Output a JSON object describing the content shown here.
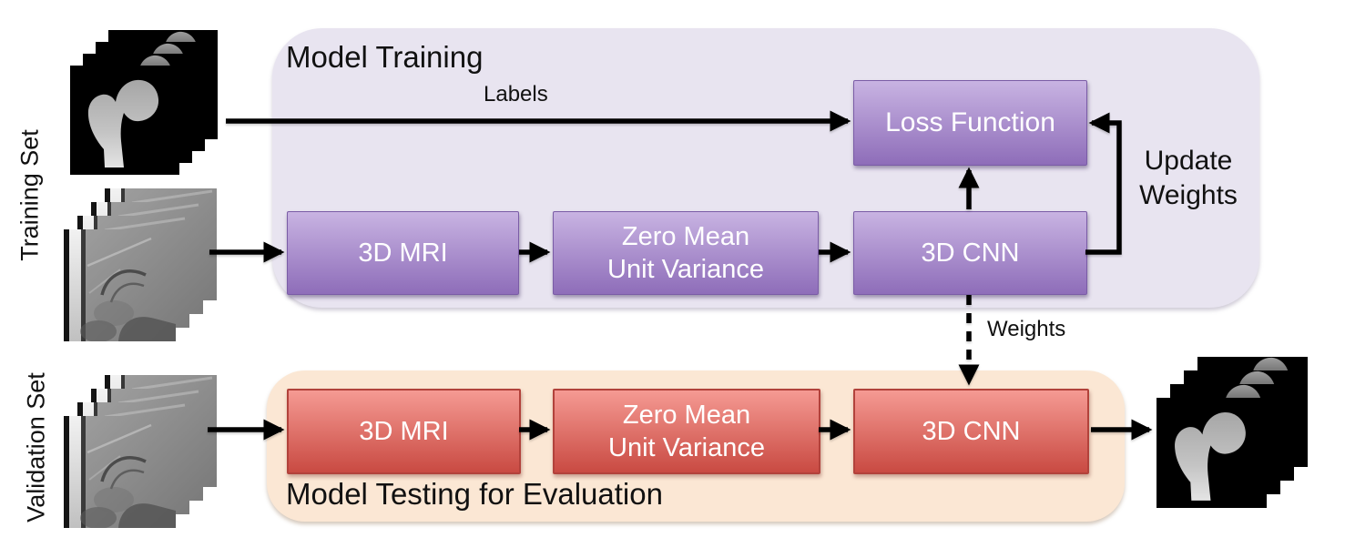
{
  "training_panel": {
    "title": "Model Training",
    "labels_arrow_text": "Labels",
    "mri_box": "3D MRI",
    "norm_box_line1": "Zero Mean",
    "norm_box_line2": "Unit Variance",
    "cnn_box": "3D CNN",
    "loss_box": "Loss Function",
    "update_line1": "Update",
    "update_line2": "Weights"
  },
  "testing_panel": {
    "title": "Model Testing for Evaluation",
    "mri_box": "3D MRI",
    "norm_box_line1": "Zero Mean",
    "norm_box_line2": "Unit Variance",
    "cnn_box": "3D CNN"
  },
  "weights_transfer_label": "Weights",
  "side_labels": {
    "training": "Training Set",
    "validation": "Validation Set"
  },
  "image_stacks": {
    "training_labels": "stack of 4 binary femur segmentation label slices",
    "training_mri": "stack of 4 hip MRI slices",
    "validation_mri": "stack of 4 hip MRI slices",
    "output_segmentation": "stack of 4 predicted femur segmentation slices"
  },
  "colors": {
    "training_panel_bg": "#E8E4F0",
    "testing_panel_bg": "#FBE7D4",
    "purple_box_top": "#C8B3E2",
    "purple_box_bottom": "#8E6DB9",
    "purple_box_border": "#7A5CA6",
    "red_box_top": "#F59A93",
    "red_box_bottom": "#C94A42",
    "red_box_border": "#B2423B",
    "arrow": "#000000",
    "box_text": "#FFFFFF",
    "title_text": "#111111"
  }
}
